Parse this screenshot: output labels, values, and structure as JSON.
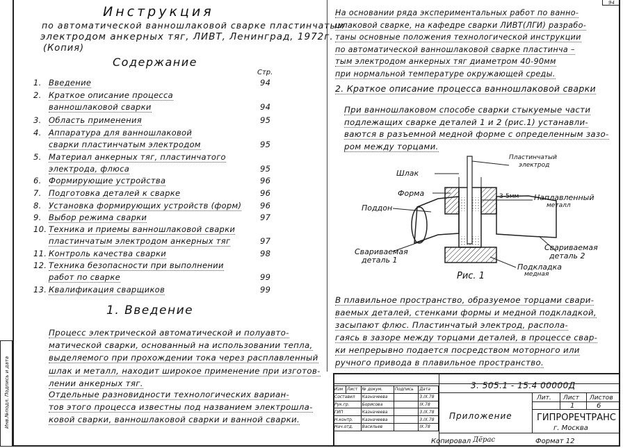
{
  "header": {
    "title": "Инструкция",
    "subtitle_1": "по автоматической ванношлаковой сварке пластинчатым",
    "subtitle_2": "электродом анкерных тяг, ЛИВТ, Ленинград, 1972г.",
    "copy_note": "(Копия)"
  },
  "contents": {
    "title": "Содержание",
    "page_col_header": "Стр.",
    "items": [
      {
        "num": "1.",
        "line1": "Введение",
        "line2": "",
        "page": "94"
      },
      {
        "num": "2.",
        "line1": "Краткое описание процесса",
        "line2": "ваннoшлаковой сварки",
        "page": "94"
      },
      {
        "num": "3.",
        "line1": "Область применения",
        "line2": "",
        "page": "95"
      },
      {
        "num": "4.",
        "line1": "Аппаратура для ваннoшлаковой",
        "line2": "сварки пластинчатым электродом",
        "page": "95"
      },
      {
        "num": "5.",
        "line1": "Материал анкерных тяг, пластинчатого",
        "line2": "электрода, флюса",
        "page": "95"
      },
      {
        "num": "6.",
        "line1": "Формирующие устройства",
        "line2": "",
        "page": "96"
      },
      {
        "num": "7.",
        "line1": "Подготовка деталей к сварке",
        "line2": "",
        "page": "96"
      },
      {
        "num": "8.",
        "line1": "Установка формирующих устройств (форм)",
        "line2": "",
        "page": "96"
      },
      {
        "num": "9.",
        "line1": "Выбор режима сварки",
        "line2": "",
        "page": "97"
      },
      {
        "num": "10.",
        "line1": "Техника и приемы ваннoшлаковой сварки",
        "line2": "пластинчатым электродом анкерных тяг",
        "page": "97"
      },
      {
        "num": "11.",
        "line1": "Контроль качества сварки",
        "line2": "",
        "page": "98"
      },
      {
        "num": "12.",
        "line1": "Техника безопасности при выполнении",
        "line2": "работ по сварке",
        "page": "99"
      },
      {
        "num": "13.",
        "line1": "Квалификация сварщиков",
        "line2": "",
        "page": "99"
      }
    ]
  },
  "intro": {
    "title": "1. Введение",
    "p1": [
      "Процесс электрической автоматической и полуавто-",
      "матической сварки, основанный на использовании тепла,",
      "выделяемого при прохождении тока через расплавленный",
      "шлак и металл, находит широкое применение при изготов-",
      "лении анкерных тяг."
    ],
    "p2": [
      "Отдельные разновидности технологических вариан-",
      "тов этого процесса известны под названием электрошла-",
      "ковой сварки, ваннoшлаковой сварки и ванной сварки."
    ]
  },
  "right": {
    "p1": [
      "На основании ряда экспериментальных работ по ванно-",
      "шлаковой сварке, на кафедре сварки ЛИВТ(ЛГИ) разрабо-",
      "таны основные положения технологической инструкции",
      "по автоматической ваннoшлаковой сварке пластинча –",
      "тым электродом анкерных тяг диаметром 40-90мм",
      "при нормальной температуре окружающей среды."
    ],
    "section2_title": "2. Краткое описание процесса ваннoшлаковой сварки",
    "p2": [
      "При ваннoшлаковом способе сварки стыкуемые части",
      "подлежащих сварке деталей 1 и 2 (рис.1) устанавли-",
      "ваются в разъемной медной форме с определенным зазо-",
      "ром между торцами."
    ],
    "p3": [
      "В плавильное пространство, образуемое торцами свари-",
      "ваемых деталей, стенками формы и медной подкладкой,",
      "засыпают флюс. Пластинчатый электрод, распола-",
      "гаясь в зазоре между торцами деталей, в процессе свар-",
      "ки непрерывно подается посредством моторного или",
      "ручного привода в плавильное пространство."
    ]
  },
  "figure": {
    "caption": "Рис. 1",
    "labels": {
      "electrode_1": "Пластинчатый",
      "electrode_2": "электрод",
      "slag": "Шлак",
      "form": "Форма",
      "gap": "3-5мм",
      "deposited_1": "Наплавленный",
      "deposited_2": "металл",
      "tray": "Поддон",
      "part1_1": "Свариваемая",
      "part1_2": "деталь 1",
      "part2_1": "Свариваемая",
      "part2_2": "деталь 2",
      "backing_1": "Подкладка",
      "backing_2": "медная"
    }
  },
  "title_block": {
    "code": "3. 505.1 - 15.4  00000Д",
    "header_row": [
      "Изм",
      "Лист",
      "№ докум.",
      "Подпись",
      "Дата"
    ],
    "rows": [
      [
        "Составил",
        "Казначеева",
        "",
        "3.IX.78"
      ],
      [
        "Рук.гр.",
        "Борисова",
        "",
        "IX.78"
      ],
      [
        "ГИП",
        "Казначеева",
        "",
        "3.IX.78"
      ],
      [
        "Н.контр.",
        "Казначеева",
        "",
        "3.IX.78"
      ],
      [
        "Нач.отд.",
        "Васильев",
        "",
        "IX.78"
      ]
    ],
    "doc_name": "Приложение",
    "stage_labels": [
      "Лит.",
      "Лист",
      "Листов"
    ],
    "stage_values": [
      "",
      "1",
      "6"
    ],
    "org": "ГИПРОРЕЧТРАНС",
    "city": "г. Москва",
    "copied": "Копировал",
    "copier": "Дёрас",
    "format": "Формат 12",
    "sheet_no": "94"
  },
  "side_stamp": {
    "text_1": "Инв.№подл.",
    "text_2": "Подпись и дата"
  }
}
